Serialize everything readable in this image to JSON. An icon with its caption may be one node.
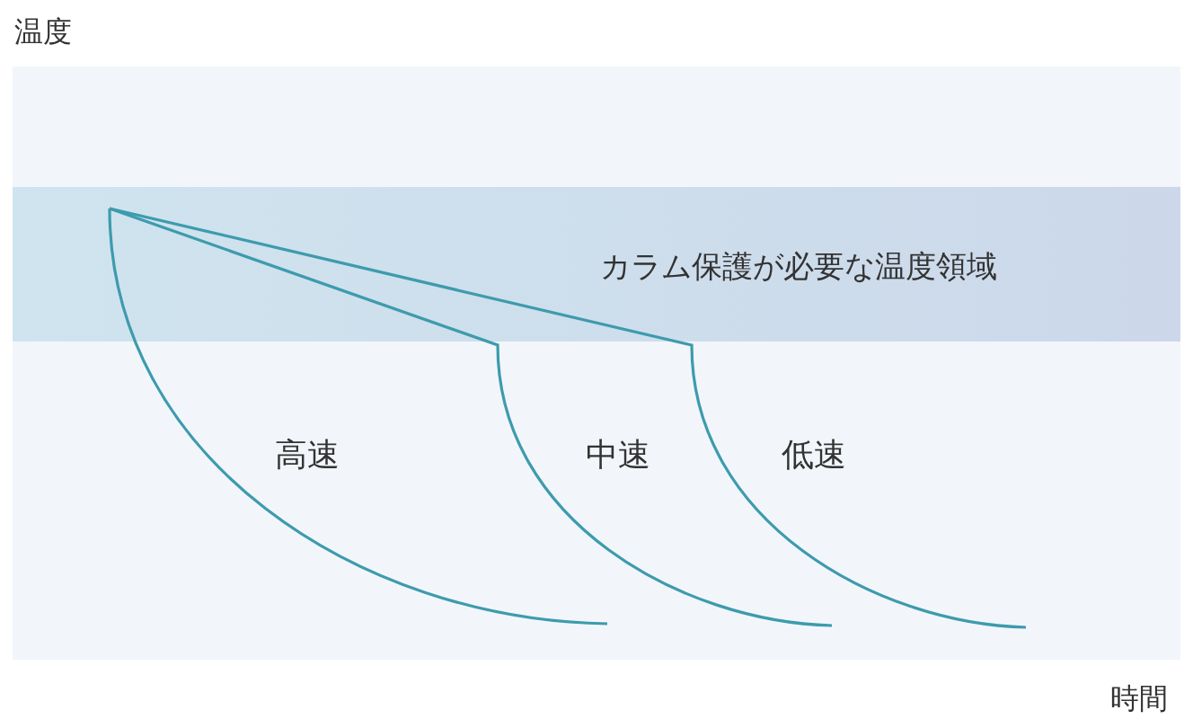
{
  "diagram": {
    "nodes": [
      {
        "text": [
          "カラム保護が必要な温度領域"
        ]
      }
    ],
    "labels": [
      "温度",
      "高速",
      "中速",
      "低速",
      "時間"
    ]
  }
}
